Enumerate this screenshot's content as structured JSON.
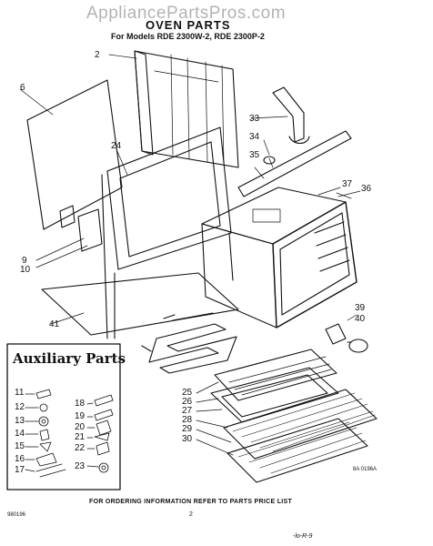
{
  "watermark": "AppliancePartsPros.com",
  "header": {
    "title": "OVEN PARTS",
    "subtitle": "For Models RDE 2300W-2, RDE 2300P-2"
  },
  "footer": {
    "order_info": "FOR ORDERING INFORMATION REFER TO PARTS PRICE LIST",
    "doc_number": "980196",
    "page_number": "2",
    "ref_code": "8A 0196A",
    "scribble": "-lo-R-9"
  },
  "aux": {
    "title": "Auxiliary Parts"
  },
  "callouts": [
    {
      "id": "2",
      "text": "2"
    },
    {
      "id": "6",
      "text": "6"
    },
    {
      "id": "24",
      "text": "24"
    },
    {
      "id": "9",
      "text": "9"
    },
    {
      "id": "10",
      "text": "10"
    },
    {
      "id": "41",
      "text": "41"
    },
    {
      "id": "33",
      "text": "33"
    },
    {
      "id": "34",
      "text": "34"
    },
    {
      "id": "35",
      "text": "35"
    },
    {
      "id": "37",
      "text": "37"
    },
    {
      "id": "36",
      "text": "36"
    },
    {
      "id": "39",
      "text": "39"
    },
    {
      "id": "40",
      "text": "40"
    },
    {
      "id": "25",
      "text": "25"
    },
    {
      "id": "26",
      "text": "26"
    },
    {
      "id": "27",
      "text": "27"
    },
    {
      "id": "28",
      "text": "28"
    },
    {
      "id": "29",
      "text": "29"
    },
    {
      "id": "30",
      "text": "30"
    },
    {
      "id": "11",
      "text": "11"
    },
    {
      "id": "12",
      "text": "12"
    },
    {
      "id": "13",
      "text": "13"
    },
    {
      "id": "14",
      "text": "14"
    },
    {
      "id": "15",
      "text": "15"
    },
    {
      "id": "16",
      "text": "16"
    },
    {
      "id": "17",
      "text": "17"
    },
    {
      "id": "18",
      "text": "18"
    },
    {
      "id": "19",
      "text": "19"
    },
    {
      "id": "20",
      "text": "20"
    },
    {
      "id": "21",
      "text": "21"
    },
    {
      "id": "22",
      "text": "22"
    },
    {
      "id": "23",
      "text": "23"
    }
  ]
}
